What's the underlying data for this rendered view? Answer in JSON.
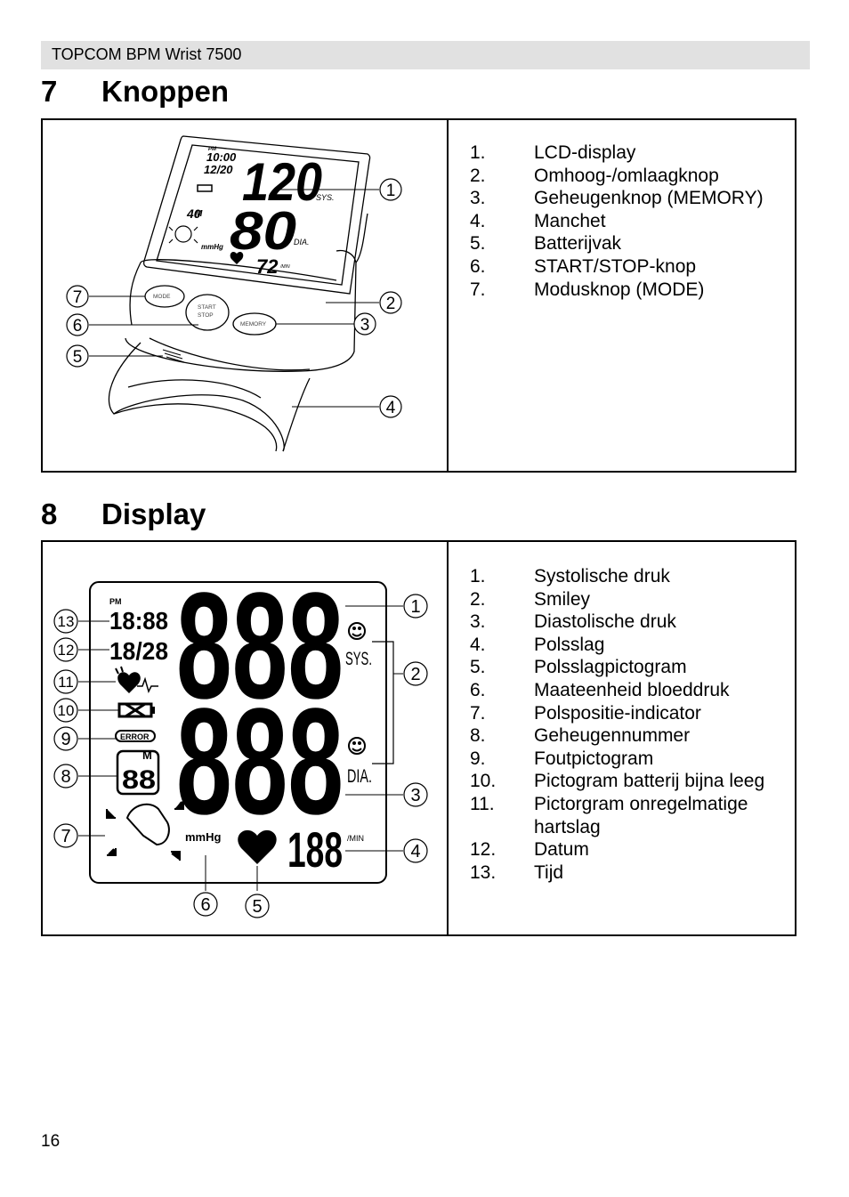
{
  "header": {
    "title": "TOPCOM BPM Wrist 7500"
  },
  "sections": [
    {
      "number": "7",
      "title": "Knoppen",
      "figure": {
        "callouts": [
          "1",
          "2",
          "3",
          "4",
          "5",
          "6",
          "7"
        ],
        "device": {
          "pm": "PM",
          "time": "10:00",
          "date": "12/20",
          "memory_label": "M",
          "memory_number": "40",
          "sys_value": "120",
          "sys_label": "SYS.",
          "dia_value": "80",
          "dia_label": "DIA.",
          "unit": "mmHg",
          "pulse_value": "72",
          "pulse_unit": "/MIN",
          "mode_button": "MODE",
          "start_stop_button_line1": "START",
          "start_stop_button_line2": "STOP",
          "memory_button": "MEMORY"
        }
      },
      "items": [
        {
          "n": "1.",
          "text": "LCD-display"
        },
        {
          "n": "2.",
          "text": "Omhoog-/omlaagknop"
        },
        {
          "n": "3.",
          "text": "Geheugenknop (MEMORY)"
        },
        {
          "n": "4.",
          "text": "Manchet"
        },
        {
          "n": "5.",
          "text": "Batterijvak"
        },
        {
          "n": "6.",
          "text": "START/STOP-knop"
        },
        {
          "n": "7.",
          "text": "Modusknop (MODE)"
        }
      ]
    },
    {
      "number": "8",
      "title": "Display",
      "figure": {
        "callouts": [
          "1",
          "2",
          "3",
          "4",
          "5",
          "6",
          "7",
          "8",
          "9",
          "10",
          "11",
          "12",
          "13"
        ],
        "lcd": {
          "pm": "PM",
          "time": "18:88",
          "date": "18/28",
          "error": "ERROR",
          "memory_label": "M",
          "memory_number": "88",
          "sys_digits": "888",
          "sys_label": "SYS.",
          "dia_digits": "888",
          "dia_label": "DIA.",
          "unit": "mmHg",
          "pulse_digits": "188",
          "pulse_unit": "/MIN"
        }
      },
      "items": [
        {
          "n": "1.",
          "text": "Systolische druk"
        },
        {
          "n": "2.",
          "text": "Smiley"
        },
        {
          "n": "3.",
          "text": "Diastolische druk"
        },
        {
          "n": "4.",
          "text": "Polsslag"
        },
        {
          "n": "5.",
          "text": "Polsslagpictogram"
        },
        {
          "n": "6.",
          "text": "Maateenheid bloeddruk"
        },
        {
          "n": "7.",
          "text": "Polspositie-indicator"
        },
        {
          "n": "8.",
          "text": "Geheugennummer"
        },
        {
          "n": "9.",
          "text": "Foutpictogram"
        },
        {
          "n": "10.",
          "text": "Pictogram batterij bijna leeg"
        },
        {
          "n": "11.",
          "text": "Pictorgram onregelmatige hartslag"
        },
        {
          "n": "12.",
          "text": "Datum"
        },
        {
          "n": "13.",
          "text": "Tijd"
        }
      ]
    }
  ],
  "page": {
    "number": "16"
  }
}
